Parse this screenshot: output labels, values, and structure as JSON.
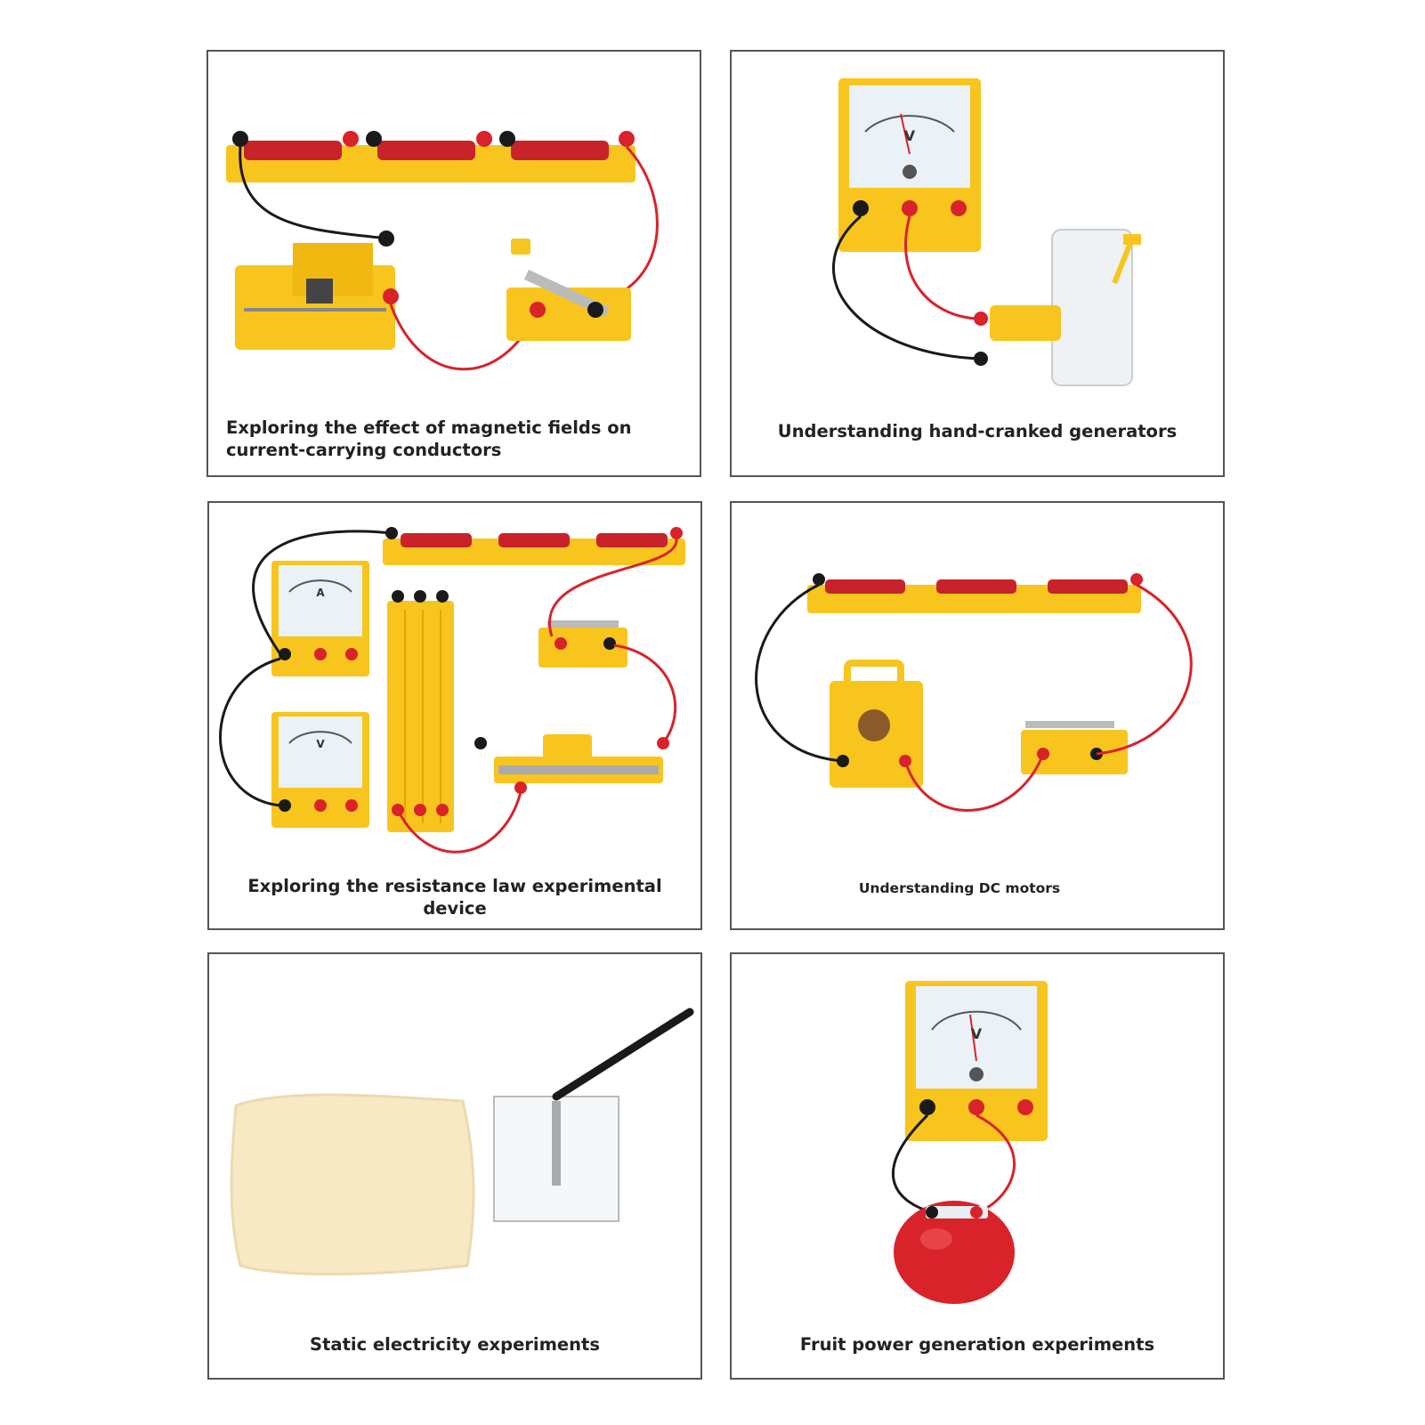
{
  "panels": [
    {
      "caption": "Exploring the effect of magnetic fields on current-carrying conductors"
    },
    {
      "caption": "Understanding hand-cranked generators"
    },
    {
      "caption": "Exploring the resistance law experimental device"
    },
    {
      "caption": "Understanding DC motors"
    },
    {
      "caption": "Static electricity experiments"
    },
    {
      "caption": "Fruit power generation experiments"
    }
  ],
  "meter_letters": {
    "voltmeter": "V",
    "ammeter": "A"
  },
  "colors": {
    "apparatus_yellow": "#f7c51e",
    "wire_red": "#d8232a",
    "wire_black": "#1a1a1a",
    "frame_border": "#555555"
  }
}
